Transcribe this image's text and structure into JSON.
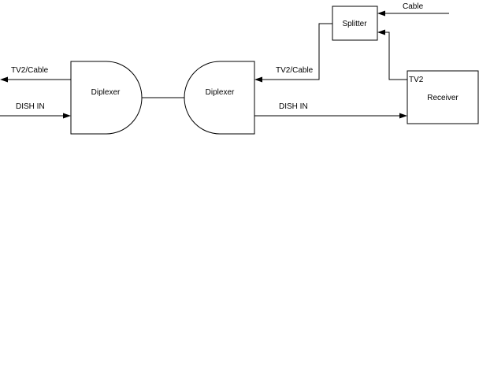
{
  "nodes": {
    "diplexer_left": {
      "label": "Diplexer"
    },
    "diplexer_right": {
      "label": "Diplexer"
    },
    "splitter": {
      "label": "Splitter"
    },
    "receiver": {
      "label": "Receiver",
      "port_label": "TV2"
    }
  },
  "edges": {
    "cable_in": {
      "label": "Cable"
    },
    "tv2_cable_out_left": {
      "label": "TV2/Cable"
    },
    "dish_in_left": {
      "label": "DISH IN"
    },
    "tv2_cable_to_right_diplexer": {
      "label": "TV2/Cable"
    },
    "dish_in_to_receiver": {
      "label": "DISH IN"
    }
  }
}
